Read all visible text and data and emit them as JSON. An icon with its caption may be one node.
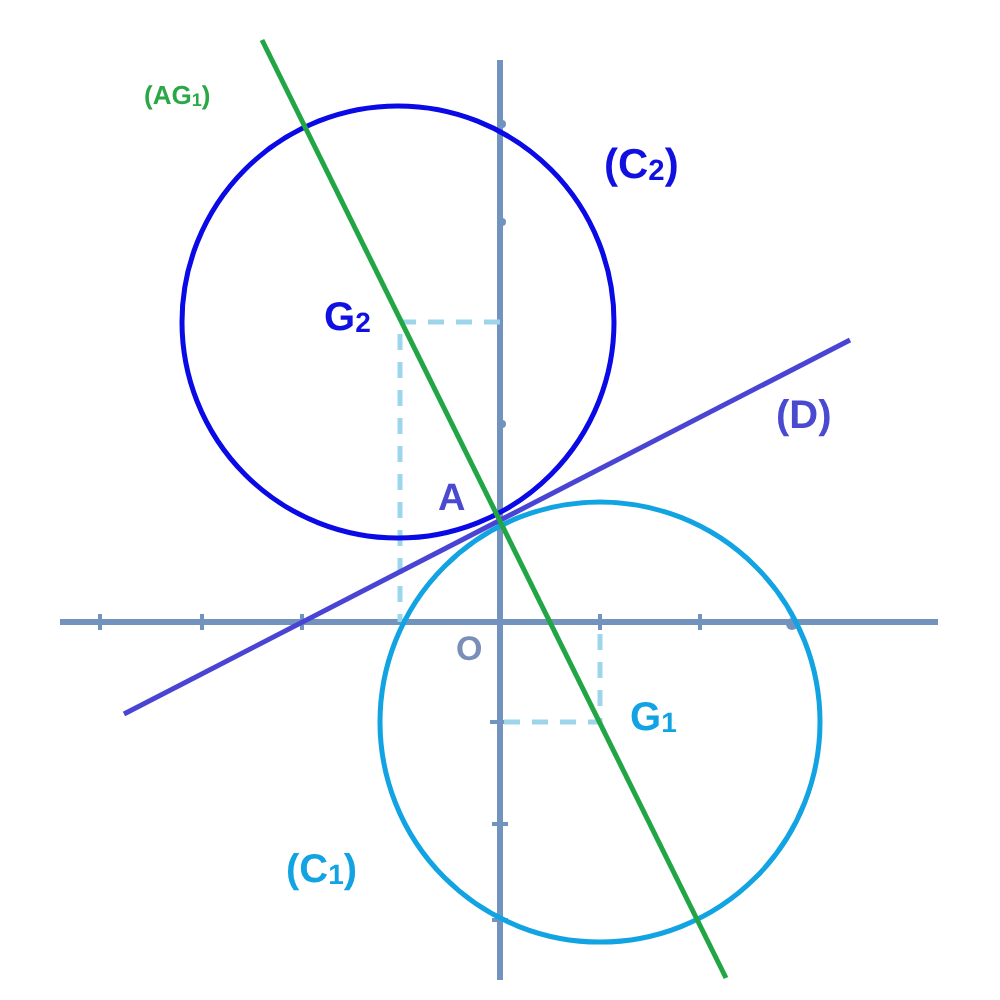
{
  "diagram": {
    "labels": [
      "(AG$_{1}$)",
      "(C$_{2}$)",
      "G$_{2}$",
      "(D)",
      "A",
      "O",
      "G$_{1}$",
      "(C$_{1}$)"
    ]
  }
}
